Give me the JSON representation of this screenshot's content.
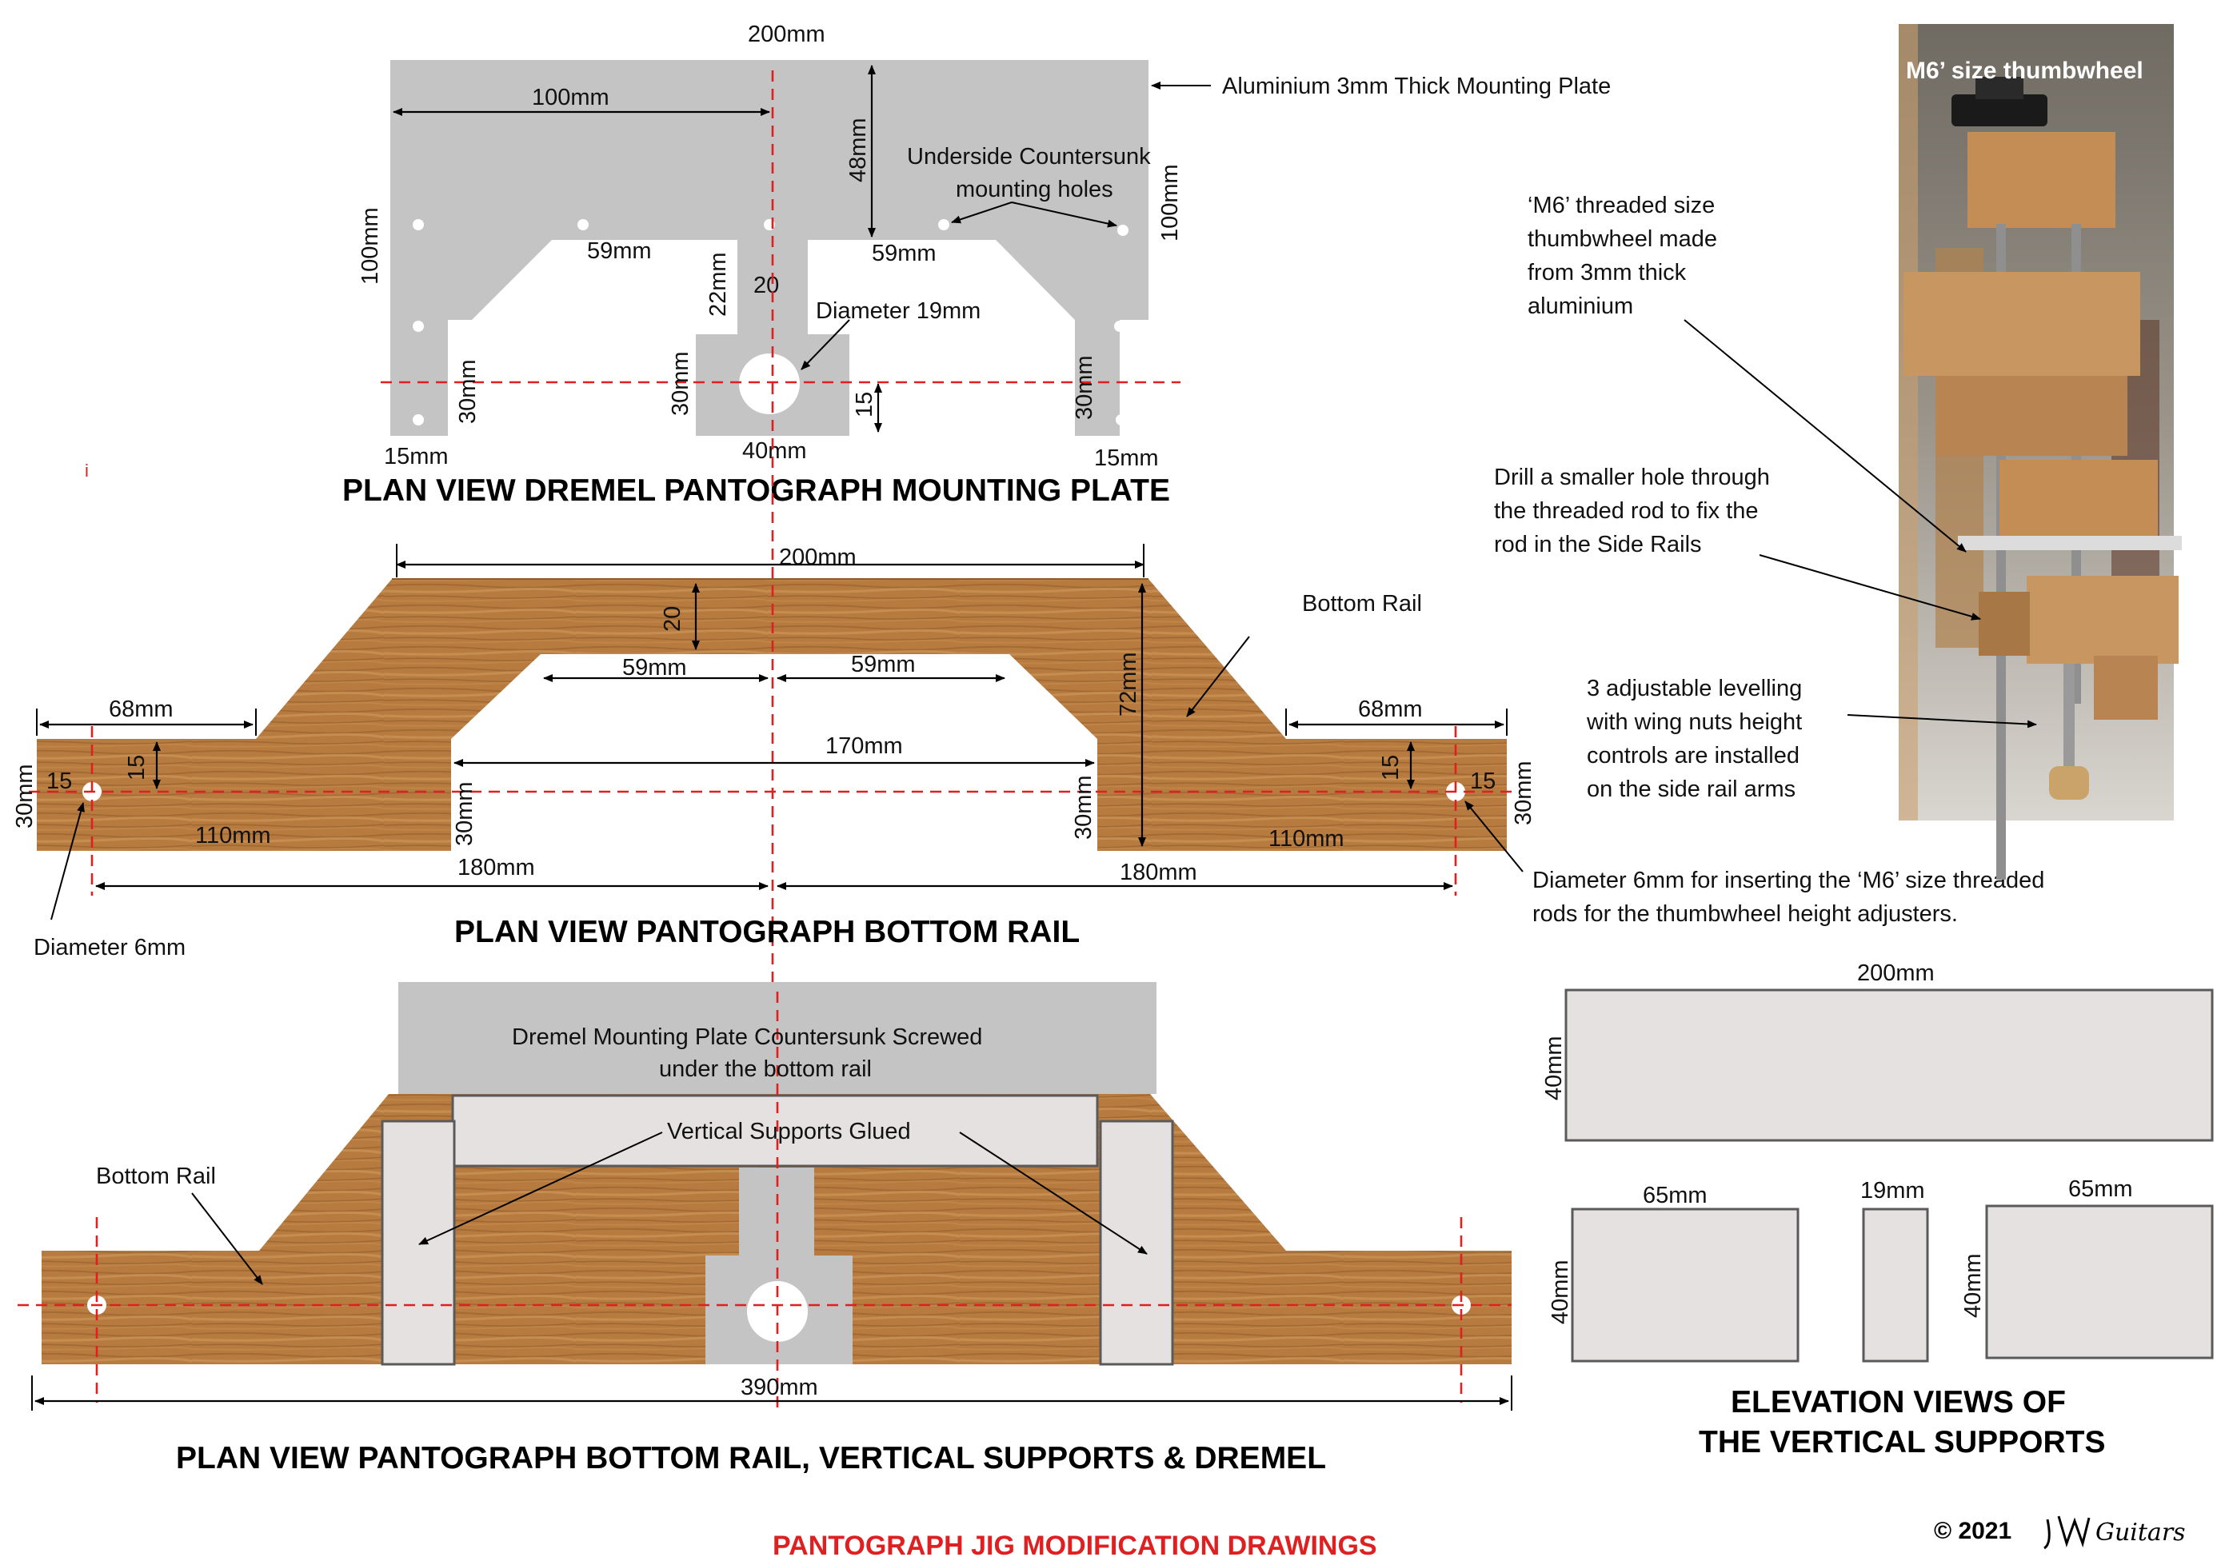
{
  "title": "PANTOGRAPH JIG MODIFICATION DRAWINGS",
  "copyright": "© 2021",
  "logo_text": "Guitars",
  "plate": {
    "heading": "PLAN VIEW DREMEL PANTOGRAPH MOUNTING PLATE",
    "width": "200mm",
    "half_width": "100mm",
    "height_left": "100mm",
    "height_right": "100mm",
    "depth": "48mm",
    "slot_left": "59mm",
    "slot_right": "59mm",
    "neck_height": "22mm",
    "neck_width": "20",
    "arm_left_height": "30mm",
    "tab_height": "30mm",
    "arm_right_height": "30mm",
    "hole_offset": "15",
    "arm_left_width": "15mm",
    "tab_width": "40mm",
    "arm_right_width": "15mm",
    "hole_label": "Diameter 19mm",
    "callout_plate": "Aluminium 3mm Thick Mounting Plate",
    "callout_holes_1": "Underside Countersunk",
    "callout_holes_2": "mounting holes",
    "stray_mark": "i"
  },
  "rail": {
    "heading": "PLAN VIEW PANTOGRAPH BOTTOM RAIL",
    "top_width": "200mm",
    "top_thickness": "20",
    "slot_left": "59mm",
    "slot_right": "59mm",
    "height": "72mm",
    "inner_span": "170mm",
    "arm_left_length": "68mm",
    "arm_right_length": "68mm",
    "arm_left_offset": "15",
    "arm_right_offset": "15",
    "hole_left_offset": "15",
    "hole_right_offset": "15",
    "arm_height_far_left": "30mm",
    "arm_height_left": "30mm",
    "arm_height_right": "30mm",
    "arm_height_far_right": "30mm",
    "arm_left_run": "110mm",
    "arm_right_run": "110mm",
    "half_span_left": "180mm",
    "half_span_right": "180mm",
    "callout_rail": "Bottom Rail",
    "callout_hole_left": "Diameter 6mm",
    "callout_hole_right_1": "Diameter 6mm for inserting the ‘M6’ size threaded",
    "callout_hole_right_2": "rods for the thumbwheel height adjusters."
  },
  "assembly": {
    "heading": "PLAN VIEW PANTOGRAPH BOTTOM RAIL, VERTICAL SUPPORTS & DREMEL",
    "plate_label_1": "Dremel Mounting Plate Countersunk Screwed",
    "plate_label_2": "under the bottom rail",
    "supports_label": "Vertical Supports Glued",
    "rail_label": "Bottom Rail",
    "overall_length": "390mm"
  },
  "photo": {
    "caption": "M6’ size thumbwheel",
    "note_thumbwheel": [
      "‘M6’ threaded size",
      "thumbwheel made",
      "from 3mm thick",
      "aluminium"
    ],
    "note_drill": [
      "Drill a smaller hole through",
      "the threaded rod to fix the",
      "rod in the Side Rails"
    ],
    "note_levelling": [
      "3 adjustable levelling",
      "with wing nuts height",
      "controls are installed",
      "on the side rail arms"
    ]
  },
  "elevations": {
    "heading_1": "ELEVATION VIEWS OF",
    "heading_2": "THE VERTICAL SUPPORTS",
    "long_width": "200mm",
    "long_height": "40mm",
    "left_width": "65mm",
    "left_height": "40mm",
    "mid_width": "19mm",
    "right_width": "65mm",
    "right_height": "40mm"
  },
  "colors": {
    "wood": "#b77a3e",
    "wood_dark": "#8e5a2a",
    "plate": "#c4c4c4",
    "support": "#e6e1e1",
    "axis": "#e02020"
  }
}
